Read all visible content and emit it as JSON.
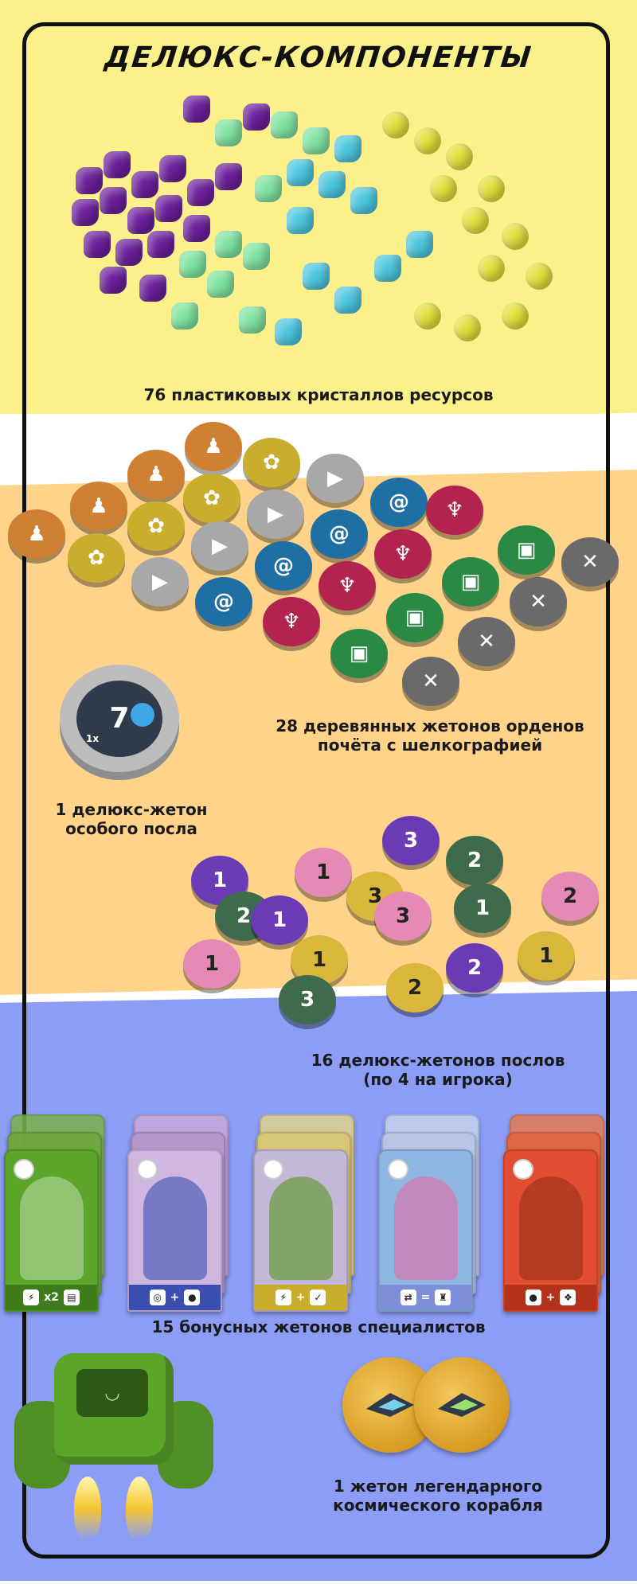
{
  "header": {
    "title": "ДЕЛЮКС-КОМПОНЕНТЫ"
  },
  "sections": {
    "crystals": {
      "caption": "76 пластиковых кристаллов ресурсов"
    },
    "order_tokens": {
      "caption_line1": "28 деревянных жетонов орденов",
      "caption_line2": "почёта с шелкографией"
    },
    "special_ambassador": {
      "caption_line1": "1 делюкс-жетон",
      "caption_line2": "особого посла",
      "token_multiplier": "1x",
      "token_value": "7"
    },
    "ambassador_tokens": {
      "caption_line1": "16 делюкс-жетонов послов",
      "caption_line2": "(по 4 на игрока)",
      "token_numbers": [
        "1",
        "2",
        "3"
      ]
    },
    "specialist_tokens": {
      "caption": "15 бонусных жетонов специалистов",
      "cards": [
        {
          "id": "card-green",
          "bar_text": "x2",
          "color": "#5aa52a"
        },
        {
          "id": "card-purple",
          "bar_text": "+",
          "color": "#3a4fb0"
        },
        {
          "id": "card-yellow",
          "bar_text": "+",
          "color": "#c9ae2e"
        },
        {
          "id": "card-blue",
          "bar_text": "=",
          "color": "#7d8fd8"
        },
        {
          "id": "card-red",
          "bar_text": "+",
          "color": "#d9482c"
        }
      ]
    },
    "legendary_ship": {
      "caption_line1": "1 жетон легендарного",
      "caption_line2": "космического корабля"
    }
  },
  "colors": {
    "yellow_band": "#fbf08a",
    "orange_band": "#ffd389",
    "blue_band": "#8c9df5",
    "frame": "#111111"
  }
}
